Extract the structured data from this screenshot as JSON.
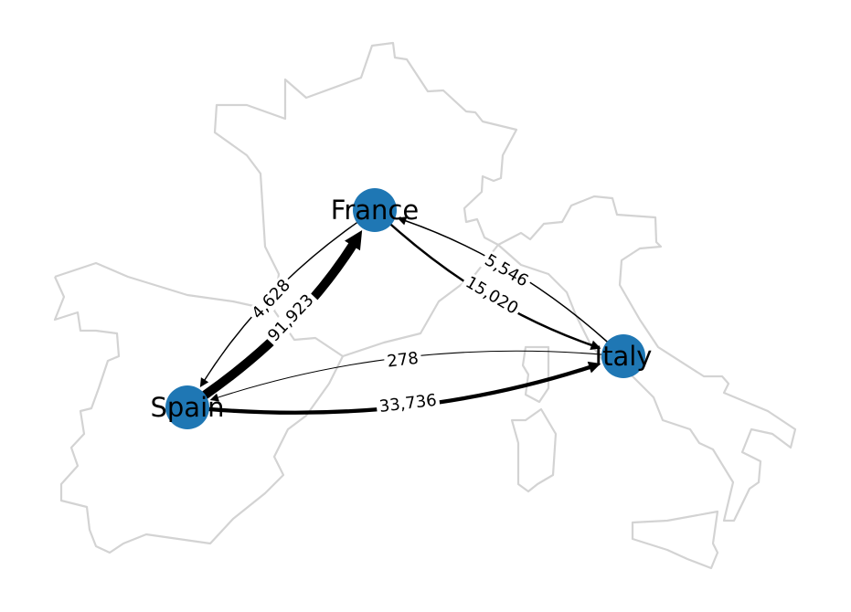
{
  "colors": {
    "node": "#1f77b4",
    "edge": "#000000",
    "border": "#d3d3d3"
  },
  "nodes": [
    {
      "id": "France",
      "label": "France"
    },
    {
      "id": "Spain",
      "label": "Spain"
    },
    {
      "id": "Italy",
      "label": "Italy"
    }
  ],
  "edges": [
    {
      "source": "Spain",
      "target": "France",
      "value": 91923,
      "label": "91,923"
    },
    {
      "source": "France",
      "target": "Spain",
      "value": 4628,
      "label": "4,628"
    },
    {
      "source": "France",
      "target": "Italy",
      "value": 15020,
      "label": "15,020"
    },
    {
      "source": "Italy",
      "target": "France",
      "value": 5546,
      "label": "5,546"
    },
    {
      "source": "Spain",
      "target": "Italy",
      "value": 33736,
      "label": "33,736"
    },
    {
      "source": "Italy",
      "target": "Spain",
      "value": 278,
      "label": "278"
    }
  ]
}
